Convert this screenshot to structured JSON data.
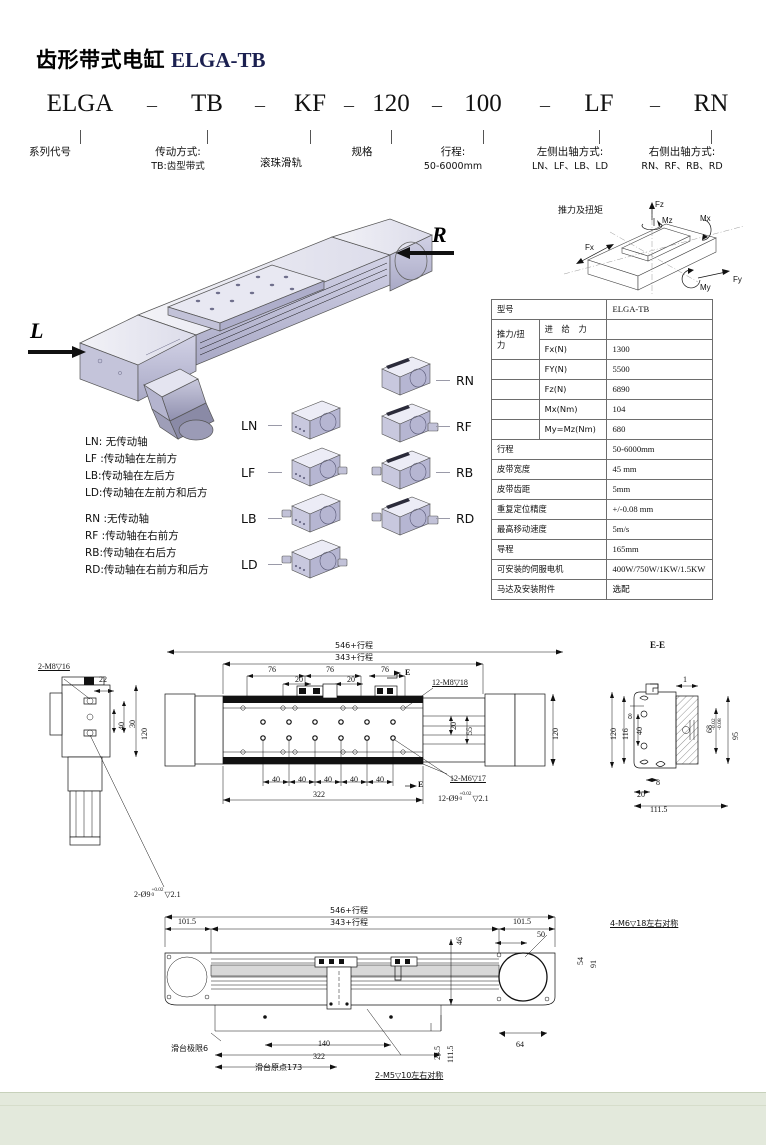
{
  "title": {
    "cn": "齿形带式电缸",
    "en": "ELGA-TB"
  },
  "model_code": {
    "segments": [
      {
        "code": "ELGA",
        "desc": "系列代号",
        "sub": ""
      },
      {
        "code": "TB",
        "desc": "传动方式:",
        "sub": "TB:齿型带式"
      },
      {
        "code": "KF",
        "desc": "滚珠滑轨",
        "sub": ""
      },
      {
        "code": "120",
        "desc": "规格",
        "sub": ""
      },
      {
        "code": "100",
        "desc": "行程:",
        "sub": "50-6000mm"
      },
      {
        "code": "LF",
        "desc": "左侧出轴方式:",
        "sub": "LN、LF、LB、LD"
      },
      {
        "code": "RN",
        "desc": "右侧出轴方式:",
        "sub": "RN、RF、RB、RD"
      }
    ],
    "separator": "–"
  },
  "direction": {
    "left": "L",
    "right": "R"
  },
  "force_diagram": {
    "title": "推力及扭矩",
    "labels": [
      "Fz",
      "Mz",
      "Mx",
      "Fx",
      "Fy",
      "My"
    ]
  },
  "variants": {
    "left_labels": [
      "LN",
      "LF",
      "LB",
      "LD"
    ],
    "right_labels": [
      "RN",
      "RF",
      "RB",
      "RD"
    ]
  },
  "legend": {
    "left": [
      "LN: 无传动轴",
      "LF :传动轴在左前方",
      "LB:传动轴在左后方",
      "LD:传动轴在左前方和后方"
    ],
    "right": [
      "RN :无传动轴",
      "RF :传动轴在右前方",
      "RB:传动轴在右后方",
      "RD:传动轴在右前方和后方"
    ]
  },
  "spec_table": {
    "rows": [
      {
        "key": "型号",
        "value": "ELGA-TB"
      },
      {
        "group": "推力/扭力",
        "sub": "进给力",
        "value": ""
      },
      {
        "sub": "Fx(N)",
        "value": "1300"
      },
      {
        "sub": "FY(N)",
        "value": "5500"
      },
      {
        "sub": "Fz(N)",
        "value": "6890"
      },
      {
        "sub": "Mx(Nm)",
        "value": "104"
      },
      {
        "sub": "My=Mz(Nm)",
        "value": "680"
      },
      {
        "key": "行程",
        "value": "50-6000mm"
      },
      {
        "key": "皮带宽度",
        "value": "45 mm"
      },
      {
        "key": "皮带齿距",
        "value": "5mm"
      },
      {
        "key": "重复定位精度",
        "value": "+/-0.08 mm"
      },
      {
        "key": "最高移动速度",
        "value": "5m/s"
      },
      {
        "key": "导程",
        "value": "165mm"
      },
      {
        "key": "可安装的伺服电机",
        "value": "400W/750W/1KW/1.5KW"
      },
      {
        "key": "马达及安装附件",
        "value": "选配"
      }
    ],
    "group_label_line1": "推力/扭",
    "group_label_line2": "力",
    "feed_force": "进 给 力"
  },
  "drawing_top": {
    "overall": "546+行程",
    "inner": "343+行程",
    "pitch_76": [
      "76",
      "76",
      "76"
    ],
    "pitch_20": [
      "20",
      "20"
    ],
    "pitch_40": [
      "40",
      "40",
      "40",
      "40",
      "40"
    ],
    "base_322": "322",
    "height_120": "120",
    "dim_20": "20",
    "dim_55": "55",
    "note_m8": "12-M8▽18",
    "note_m6": "12-M6▽17",
    "note_hole": "12-Ø9",
    "note_hole_tol_up": "+0.02",
    "note_hole_tol_dn": "0",
    "note_hole_depth": "▽2.1",
    "section_mark": "E"
  },
  "drawing_left_view": {
    "note_m8": "2-M8▽16",
    "dim_22": "22",
    "dim_40": "40",
    "dim_30": "30",
    "dim_120": "120",
    "note_hole": "2-Ø9",
    "note_hole_tol_up": "+0.02",
    "note_hole_tol_dn": "0",
    "note_hole_depth": "▽2.1"
  },
  "drawing_section": {
    "label": "E-E",
    "dim_1": "1",
    "dim_120": "120",
    "dim_116": "116",
    "dim_40": "40",
    "dim_8a": "8",
    "dim_8b": "8",
    "dim_20": "20",
    "dim_111_5": "111.5",
    "dim_95": "95",
    "tol_up": "-0.02",
    "tol_dn": "-0.08",
    "dim_68": "68"
  },
  "drawing_bottom": {
    "overall": "546+行程",
    "inner": "343+行程",
    "dim_101_5_left": "101.5",
    "dim_101_5_right": "101.5",
    "dim_50": "50",
    "dim_46": "46",
    "dim_91": "91",
    "dim_54": "54",
    "dim_64": "64",
    "dim_140": "140",
    "dim_322": "322",
    "dim_24_5": "24.5",
    "dim_111_5": "111.5",
    "note_limit": "滑台极限6",
    "note_origin": "滑台原点173",
    "note_m5": "2-M5▽10左右对称",
    "note_m6": "4-M6▽18左右对称"
  }
}
